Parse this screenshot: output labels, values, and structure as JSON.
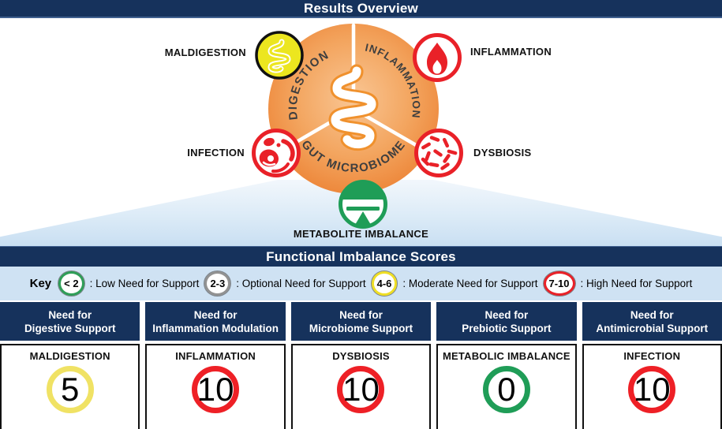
{
  "theme": {
    "navy": "#16325c",
    "key_bg": "#cfe2f3",
    "orange": "#ee8434"
  },
  "header": {
    "title": "Results Overview"
  },
  "diagram": {
    "sector_labels": [
      "DIGESTION",
      "INFLAMMATION",
      "GUT MICROBIOME"
    ],
    "satellites": {
      "maldigestion": {
        "label": "MALDIGESTION",
        "icon": "intestine-icon",
        "color": "#ece61f"
      },
      "inflammation": {
        "label": "INFLAMMATION",
        "icon": "flame-icon",
        "color": "#e92128"
      },
      "infection": {
        "label": "INFECTION",
        "icon": "parasite-icon",
        "color": "#e92128"
      },
      "dysbiosis": {
        "label": "DYSBIOSIS",
        "icon": "bacteria-icon",
        "color": "#e92128"
      },
      "metabolite_imbalance": {
        "label": "METABOLITE IMBALANCE",
        "icon": "balance-icon",
        "color": "#1f9d57"
      }
    }
  },
  "scores": {
    "title": "Functional Imbalance Scores",
    "key": {
      "label": "Key",
      "items": [
        {
          "range": "< 2",
          "description": ": Low Need for Support",
          "color": "#2f9e58"
        },
        {
          "range": "2-3",
          "description": ": Optional Need for Support",
          "color": "#929292"
        },
        {
          "range": "4-6",
          "description": ": Moderate Need for Support",
          "color": "#efdf25"
        },
        {
          "range": "7-10",
          "description": ": High Need for Support",
          "color": "#e92128"
        }
      ]
    },
    "columns": [
      {
        "header_line1": "Need for",
        "header_line2": "Digestive Support",
        "marker": "MALDIGESTION",
        "score": "5",
        "score_color": "#f0e264"
      },
      {
        "header_line1": "Need for",
        "header_line2": "Inflammation Modulation",
        "marker": "INFLAMMATION",
        "score": "10",
        "score_color": "#ee2026"
      },
      {
        "header_line1": "Need for",
        "header_line2": "Microbiome Support",
        "marker": "DYSBIOSIS",
        "score": "10",
        "score_color": "#ee2026"
      },
      {
        "header_line1": "Need for",
        "header_line2": "Prebiotic Support",
        "marker": "METABOLIC IMBALANCE",
        "score": "0",
        "score_color": "#1f9d57"
      },
      {
        "header_line1": "Need for",
        "header_line2": "Antimicrobial Support",
        "marker": "INFECTION",
        "score": "10",
        "score_color": "#ee2026"
      }
    ]
  }
}
